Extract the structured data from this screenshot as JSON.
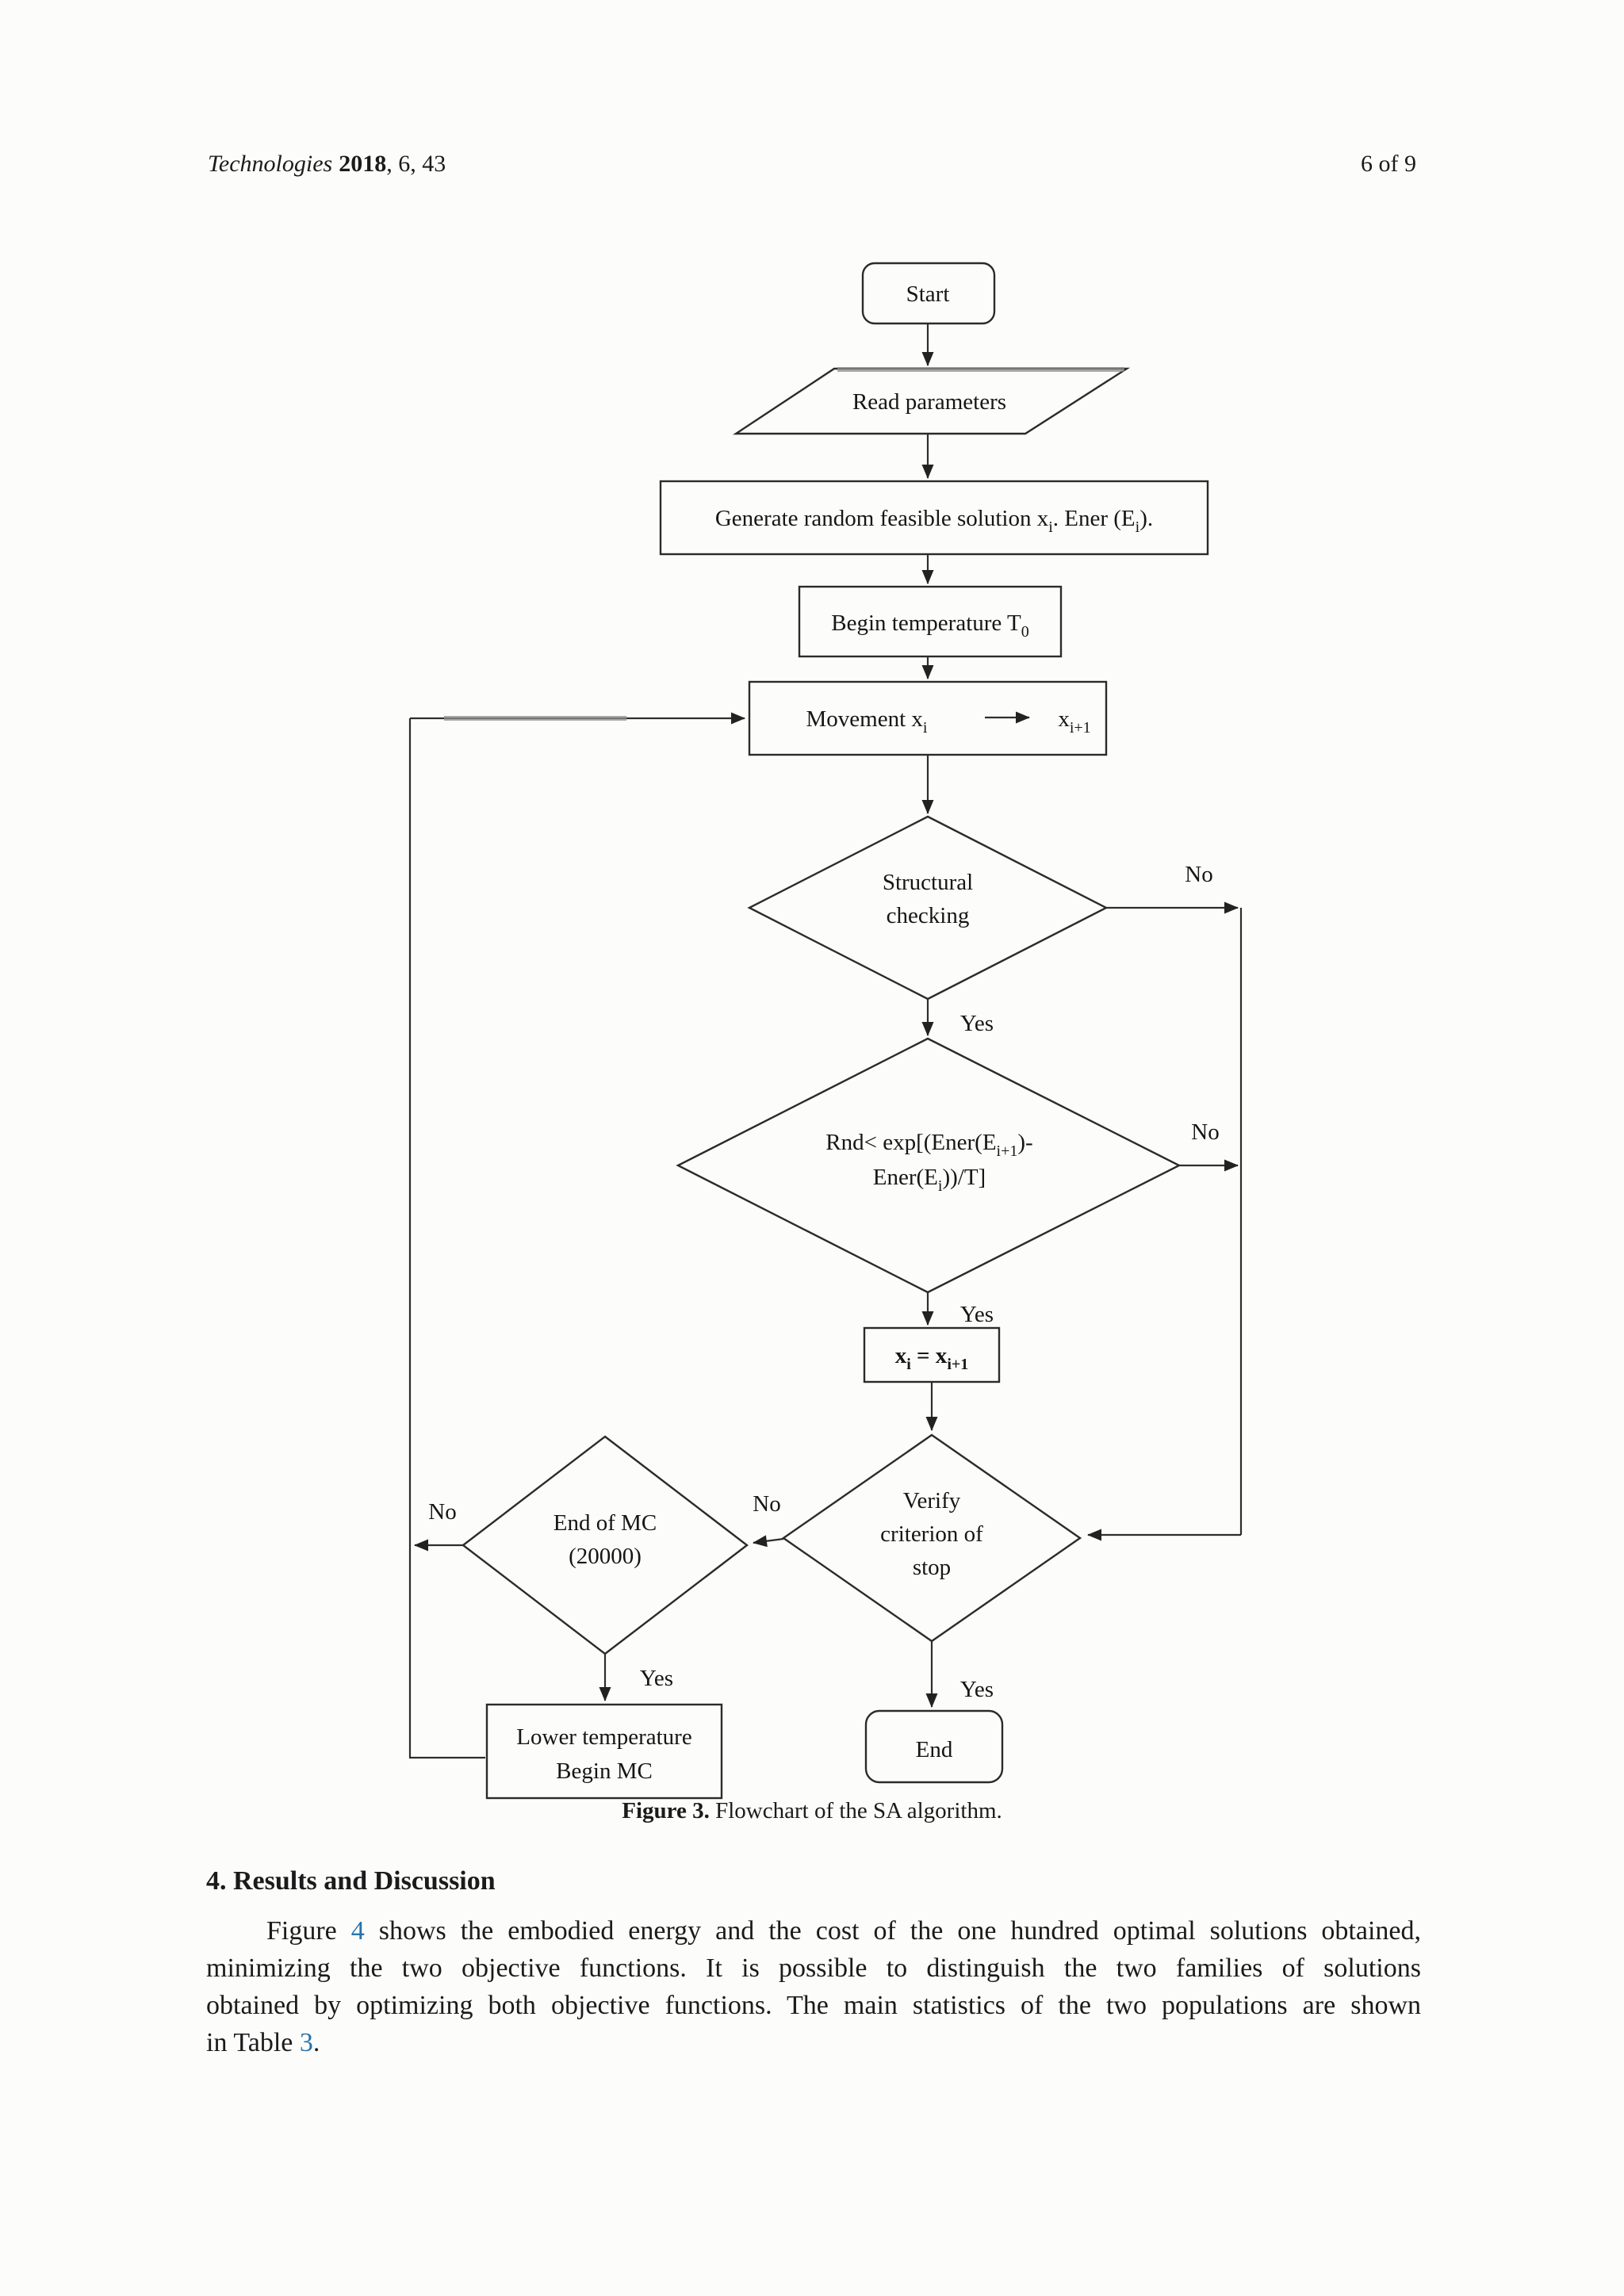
{
  "header": {
    "journal": "Technologies",
    "year": "2018",
    "volume_issue": ", 6, 43",
    "page_indicator": "6 of 9"
  },
  "flowchart": {
    "start": "Start",
    "read_params": "Read parameters",
    "generate": {
      "pre": "Generate random feasible solution x",
      "sub1": "i",
      "mid": ". Ener (E",
      "sub2": "i",
      "post": ")."
    },
    "begin_temp": {
      "pre": "Begin temperature T",
      "sub": "0"
    },
    "movement": {
      "pre": "Movement x",
      "sub": "i",
      "to": "x",
      "to_sub": "i+1"
    },
    "structural": {
      "line1": "Structural",
      "line2": "checking"
    },
    "rnd": {
      "l1_pre": "Rnd< exp[(Ener(E",
      "l1_sub": "i+1",
      "l1_post": ")-",
      "l2_pre": "Ener(E",
      "l2_sub": "i",
      "l2_post": "))/T]"
    },
    "assign": {
      "a": "x",
      "a_sub": "i",
      "eq": " = x",
      "b_sub": "i+1"
    },
    "verify": {
      "line1": "Verify",
      "line2": "criterion  of",
      "line3": "stop"
    },
    "end_mc": {
      "line1": "End of MC",
      "line2": "(20000)"
    },
    "lower_temp": {
      "line1": "Lower temperature",
      "line2": "Begin MC"
    },
    "end": "End",
    "labels": {
      "yes": "Yes",
      "no": "No"
    }
  },
  "caption": {
    "label": "Figure 3.",
    "text": " Flowchart of the SA algorithm."
  },
  "section": {
    "heading": "4. Results and Discussion"
  },
  "paragraph": {
    "line1_pre": "Figure ",
    "line1_link": "4",
    "line1_post": " shows the embodied energy and the cost of the one hundred optimal solutions obtained,",
    "line2": "minimizing the two objective functions.  It is possible to distinguish the two families of solutions",
    "line3": "obtained by optimizing both objective functions. The main statistics of the two populations are shown",
    "line4_pre": "in Table ",
    "line4_link": "3",
    "line4_post": "."
  },
  "colors": {
    "link": "#2674ad",
    "ink": "#1b1b1b",
    "stroke": "#2b2b2b"
  }
}
